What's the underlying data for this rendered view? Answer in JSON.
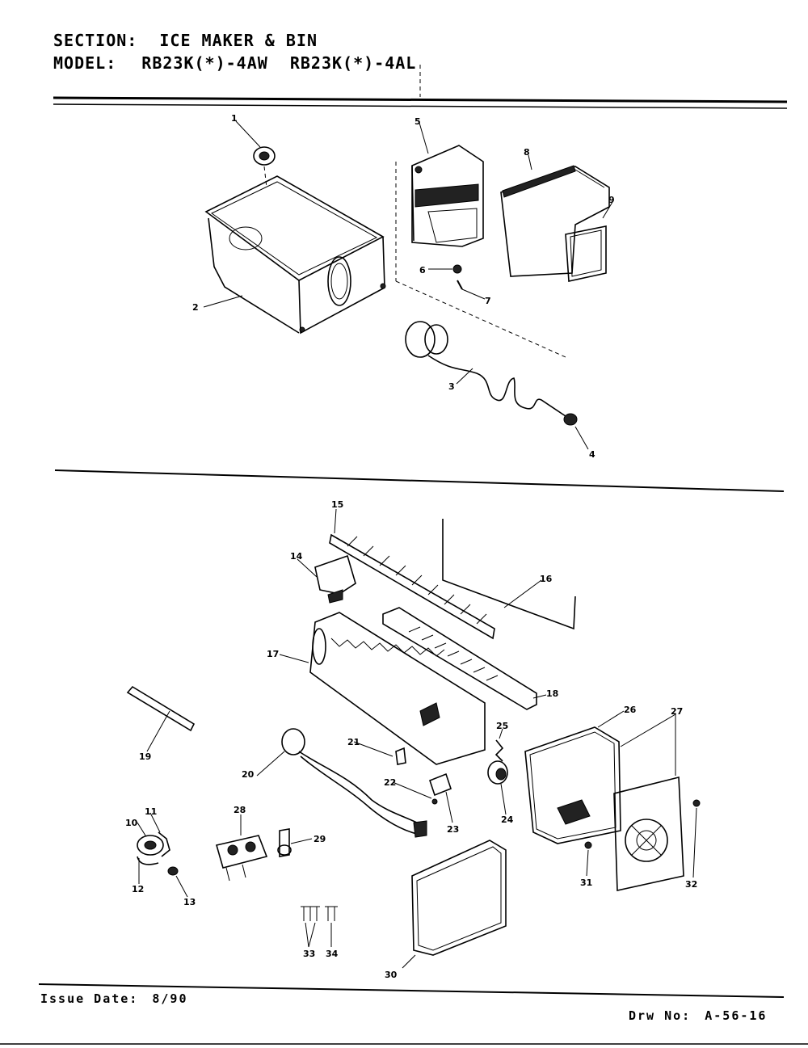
{
  "header": {
    "section_label": "SECTION:",
    "section_value": "ICE MAKER & BIN",
    "model_label": "MODEL:",
    "model_value_1": "RB23K(*)-4AW",
    "model_value_2": "RB23K(*)-4AL"
  },
  "footer": {
    "issue_label": "Issue Date:",
    "issue_value": "8/90",
    "drawing_label": "Drw No:",
    "drawing_value": "A-56-16"
  },
  "callouts": {
    "c1": "1",
    "c2": "2",
    "c3": "3",
    "c4": "4",
    "c5": "5",
    "c6": "6",
    "c7": "7",
    "c8": "8",
    "c9": "9",
    "c10": "10",
    "c11": "11",
    "c12": "12",
    "c13": "13",
    "c14": "14",
    "c15": "15",
    "c16": "16",
    "c17": "17",
    "c18": "18",
    "c19": "19",
    "c20": "20",
    "c21": "21",
    "c22": "22",
    "c23": "23",
    "c24": "24",
    "c25": "25",
    "c26": "26",
    "c27": "27",
    "c28": "28",
    "c29": "29",
    "c30": "30",
    "c31": "31",
    "c32": "32",
    "c33": "33",
    "c34": "34"
  }
}
